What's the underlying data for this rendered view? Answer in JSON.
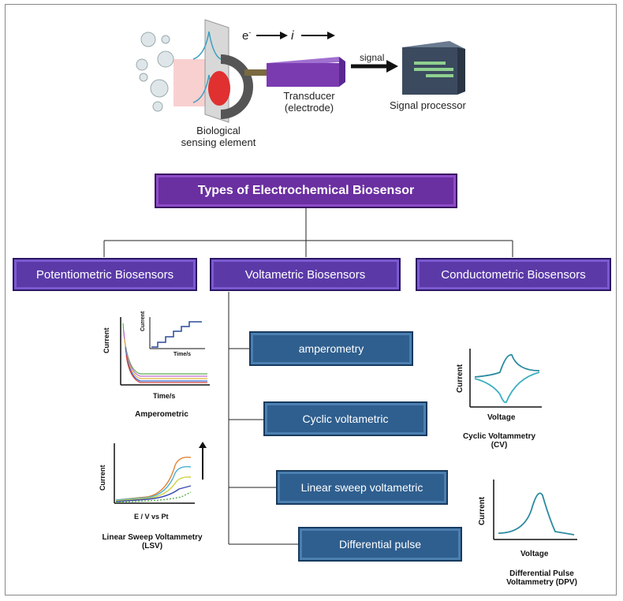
{
  "top": {
    "electron_label": "e",
    "electron_sup": "-",
    "current_label": "i",
    "sensing_label": "Biological sensing element",
    "transducer_label": "Transducer (electrode)",
    "signal_label": "signal",
    "processor_label": "Signal processor"
  },
  "title": "Types of Electrochemical Biosensor",
  "types": [
    {
      "label": "Potentiometric Biosensors"
    },
    {
      "label": "Voltametric Biosensors"
    },
    {
      "label": "Conductometric Biosensors"
    }
  ],
  "methods": [
    {
      "label": "amperometry"
    },
    {
      "label": "Cyclic voltametric"
    },
    {
      "label": "Linear sweep voltametric"
    },
    {
      "label": "Differential pulse"
    }
  ],
  "plots": {
    "amperometric": {
      "ylabel": "Current",
      "xlabel": "Time/s",
      "inset_ylabel": "Current",
      "inset_xlabel": "Time/s",
      "caption": "Amperometric"
    },
    "lsv": {
      "ylabel": "Current",
      "xlabel": "E / V vs Pt",
      "caption": "Linear Sweep Voltammetry (LSV)"
    },
    "cv": {
      "ylabel": "Current",
      "xlabel": "Voltage",
      "caption": "Cyclic Voltammetry (CV)"
    },
    "dpv": {
      "ylabel": "Current",
      "xlabel": "Voltage",
      "caption": "Differential Pulse Voltammetry (DPV)"
    }
  },
  "colors": {
    "title_purple": "#6a2fa0",
    "type_purple": "#5b3aa8",
    "method_blue": "#2f5f8f",
    "transducer": "#7b3bb0"
  }
}
